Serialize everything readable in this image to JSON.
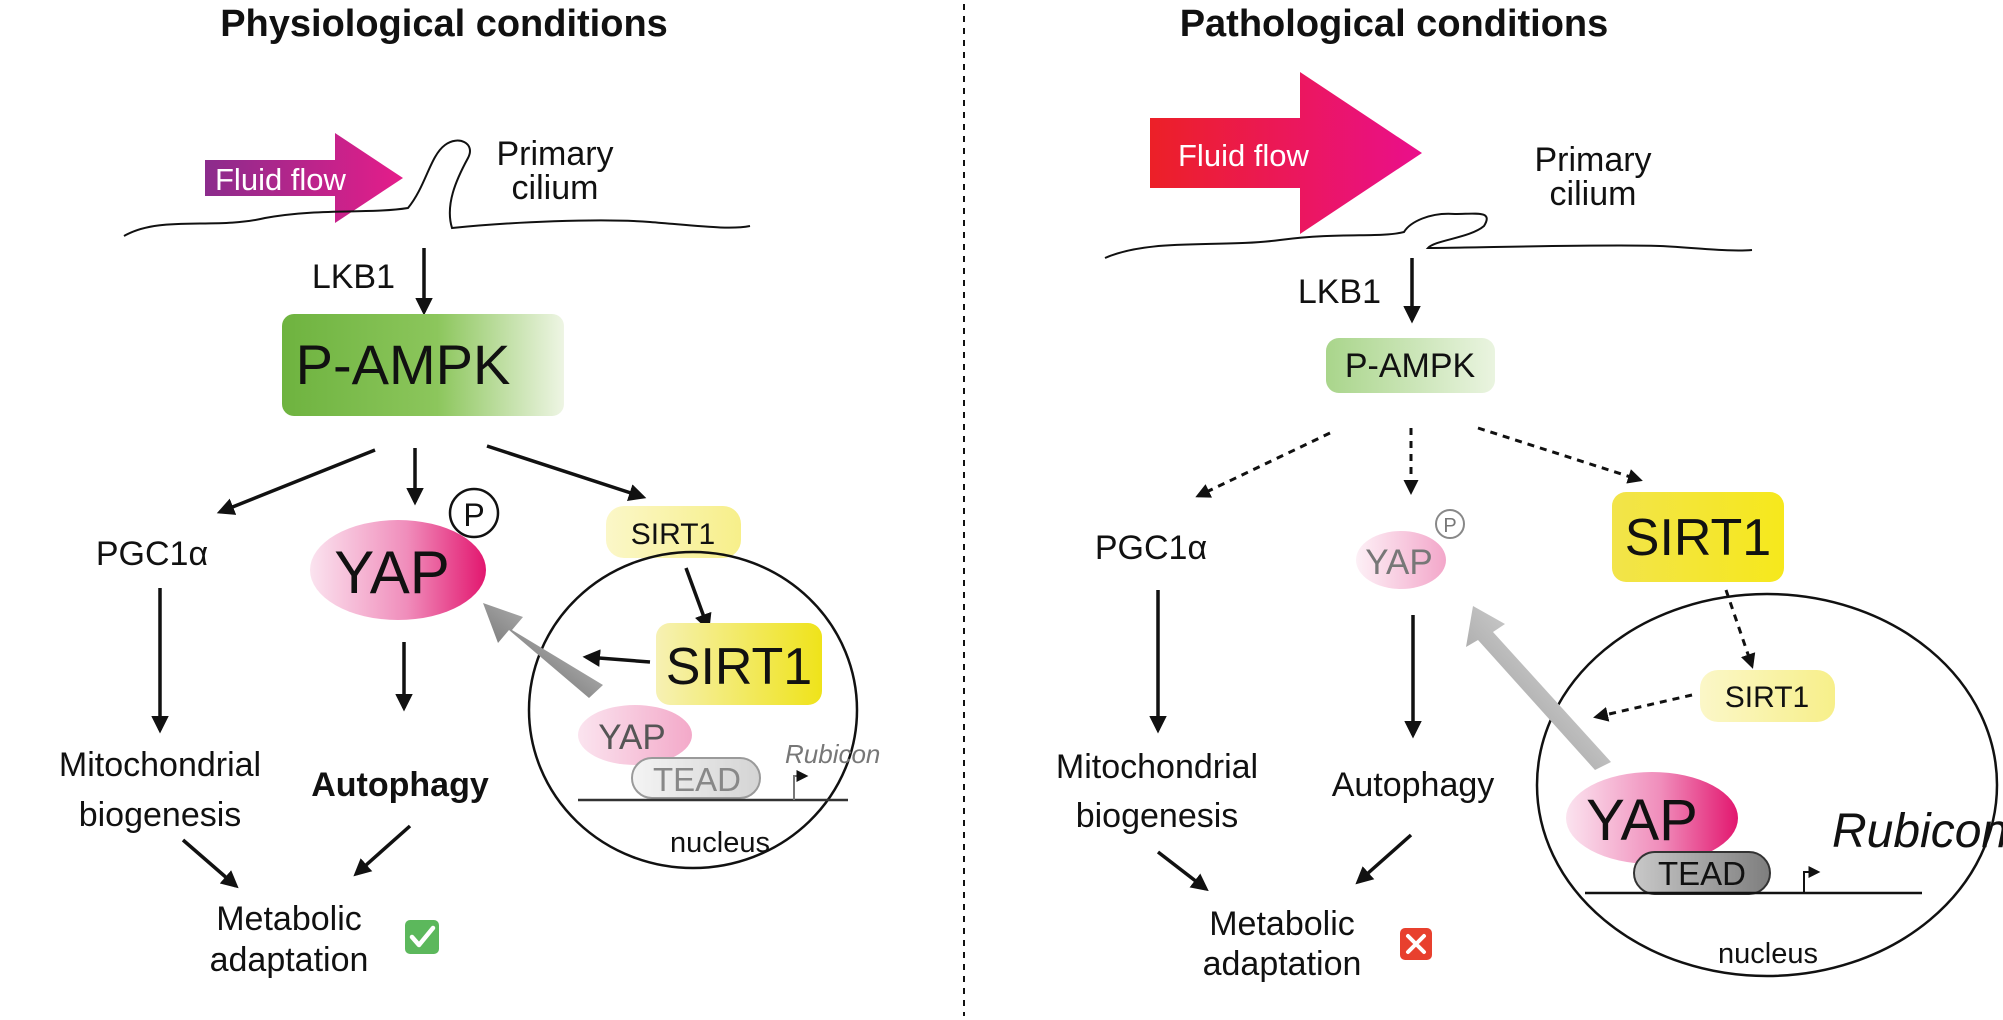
{
  "colors": {
    "ampk_green": "#7ab648",
    "yap_pink": "#e8448a",
    "sirt1_yellow": "#f0e630",
    "flow_purple": "#8e2c8a",
    "flow_magenta": "#e81b8a",
    "flow_red": "#ec1c24",
    "tead_gray": "#9b9b9b",
    "check_green": "#5cb85c",
    "cross_red": "#e8402e"
  },
  "left_panel": {
    "title": "Physiological conditions",
    "fluid_flow": "Fluid flow",
    "cilium_line1": "Primary",
    "cilium_line2": "cilium",
    "lkb1": "LKB1",
    "pampk": "P-AMPK",
    "pgc1a": "PGC1α",
    "yap": "YAP",
    "phospho": "P",
    "sirt1_cyto": "SIRT1",
    "sirt1_nuc": "SIRT1",
    "yap_nuc": "YAP",
    "tead": "TEAD",
    "rubicon": "Rubicon",
    "nucleus": "nucleus",
    "mito_line1": "Mitochondrial",
    "mito_line2": "biogenesis",
    "autophagy": "Autophagy",
    "metab_line1": "Metabolic",
    "metab_line2": "adaptation",
    "status_icon": "check-icon"
  },
  "right_panel": {
    "title": "Pathological conditions",
    "fluid_flow": "Fluid flow",
    "cilium_line1": "Primary",
    "cilium_line2": "cilium",
    "lkb1": "LKB1",
    "pampk": "P-AMPK",
    "pgc1a": "PGC1α",
    "yap": "YAP",
    "phospho": "P",
    "sirt1_cyto": "SIRT1",
    "sirt1_nuc": "SIRT1",
    "yap_nuc": "YAP",
    "tead": "TEAD",
    "rubicon": "Rubicon",
    "nucleus": "nucleus",
    "mito_line1": "Mitochondrial",
    "mito_line2": "biogenesis",
    "autophagy": "Autophagy",
    "metab_line1": "Metabolic",
    "metab_line2": "adaptation",
    "status_icon": "cross-icon"
  }
}
